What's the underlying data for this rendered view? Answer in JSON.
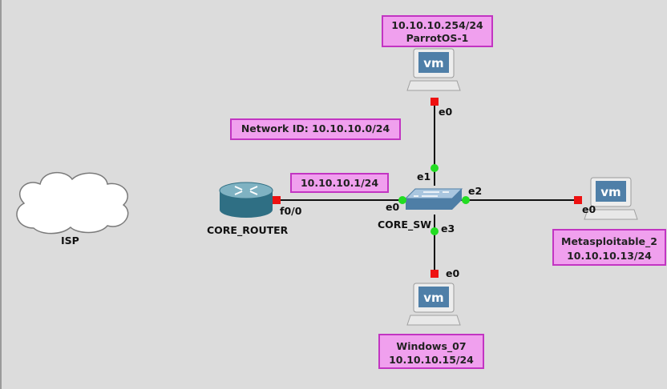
{
  "diagram": {
    "nodes": {
      "isp": {
        "label": "ISP",
        "icon": "cloud-icon"
      },
      "router": {
        "label": "CORE_ROUTER",
        "icon": "router-icon"
      },
      "switch": {
        "label": "CORE_SW",
        "icon": "switch-icon"
      },
      "parrot": {
        "icon": "vm-workstation-icon",
        "icon_text": "vm"
      },
      "meta": {
        "icon": "vm-workstation-icon",
        "icon_text": "vm"
      },
      "windows": {
        "icon": "vm-workstation-icon",
        "icon_text": "vm"
      }
    },
    "ports": {
      "router_f0": "f0/0",
      "sw_e0": "e0",
      "sw_e1": "e1",
      "sw_e2": "e2",
      "sw_e3": "e3",
      "parrot_e0": "e0",
      "meta_e0": "e0",
      "windows_e0": "e0"
    },
    "notes": {
      "parrot": {
        "line1": "10.10.10.254/24",
        "line2": "ParrotOS-1"
      },
      "network": {
        "line1": "Network ID:  10.10.10.0/24"
      },
      "router_ip": {
        "line1": "10.10.10.1/24"
      },
      "meta": {
        "line1": "Metasploitable_2",
        "line2": "10.10.10.13/24"
      },
      "windows": {
        "line1": "Windows_07",
        "line2": "10.10.10.15/24"
      }
    },
    "colors": {
      "note_fill": "#f0a0ee",
      "note_border": "#c235c2",
      "link_up": "#22dd22",
      "link_down": "#ee1111",
      "background": "#dcdcdc"
    }
  }
}
